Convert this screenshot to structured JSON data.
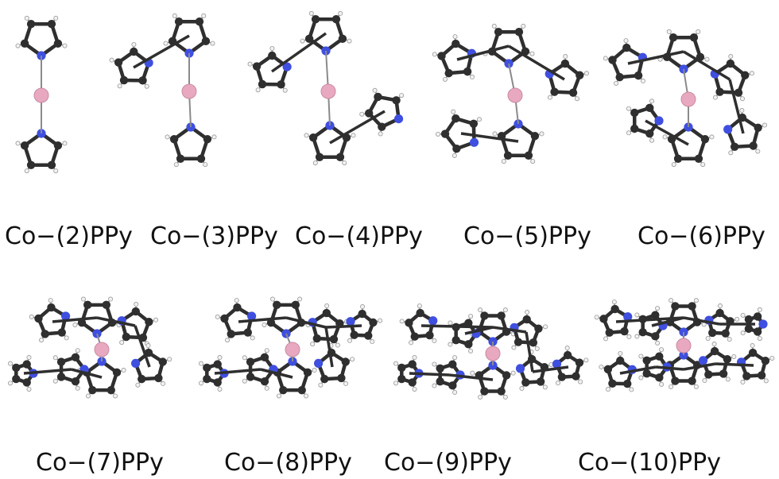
{
  "colors": {
    "background": "#ffffff",
    "carbon": "#2f2f2f",
    "nitrogen": "#3f4fe0",
    "hydrogen": "#f2f2f2",
    "cobalt": "#e8a9c0",
    "bond": "#8a8a8a",
    "label": "#111111"
  },
  "structures": [
    {
      "label": "Co−(2)PPy",
      "row": 1,
      "index": 1,
      "rings": 2
    },
    {
      "label": "Co−(3)PPy",
      "row": 1,
      "index": 2,
      "rings": 3
    },
    {
      "label": "Co−(4)PPy",
      "row": 1,
      "index": 3,
      "rings": 4
    },
    {
      "label": "Co−(5)PPy",
      "row": 1,
      "index": 4,
      "rings": 5
    },
    {
      "label": "Co−(6)PPy",
      "row": 1,
      "index": 5,
      "rings": 6
    },
    {
      "label": "Co−(7)PPy",
      "row": 2,
      "index": 1,
      "rings": 7
    },
    {
      "label": "Co−(8)PPy",
      "row": 2,
      "index": 2,
      "rings": 8
    },
    {
      "label": "Co−(9)PPy",
      "row": 2,
      "index": 3,
      "rings": 9
    },
    {
      "label": "Co−(10)PPy",
      "row": 2,
      "index": 4,
      "rings": 10
    }
  ]
}
